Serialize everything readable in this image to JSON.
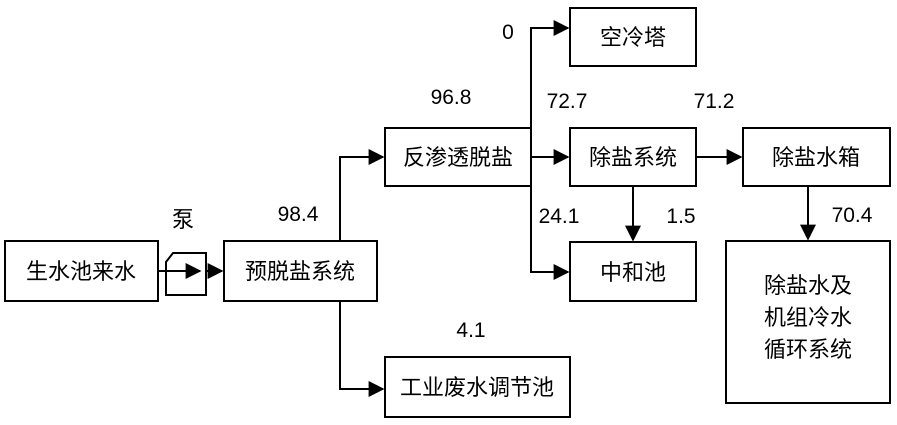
{
  "nodes": {
    "raw_water": "生水池来水",
    "pump": "泵",
    "pre_desalination": "预脱盐系统",
    "reverse_osmosis": "反渗透脱盐",
    "air_cooling_tower": "空冷塔",
    "desalination_system": "除盐系统",
    "demineralized_tank": "除盐水箱",
    "neutralization_pool": "中和池",
    "industrial_wastewater_pool": "工业废水调节池",
    "circulation_line1": "除盐水及",
    "circulation_line2": "机组冷水",
    "circulation_line3": "循环系统"
  },
  "flows": {
    "to_ro": "98.4",
    "ro_out": "96.8",
    "to_air_cooling": "0",
    "to_desalination": "72.7",
    "to_neutral_from_ro": "24.1",
    "to_tank": "71.2",
    "to_neutral_from_desal": "1.5",
    "to_circulation": "70.4",
    "to_wastewater": "4.1"
  },
  "colors": {
    "stroke": "#000000",
    "background": "#ffffff"
  }
}
